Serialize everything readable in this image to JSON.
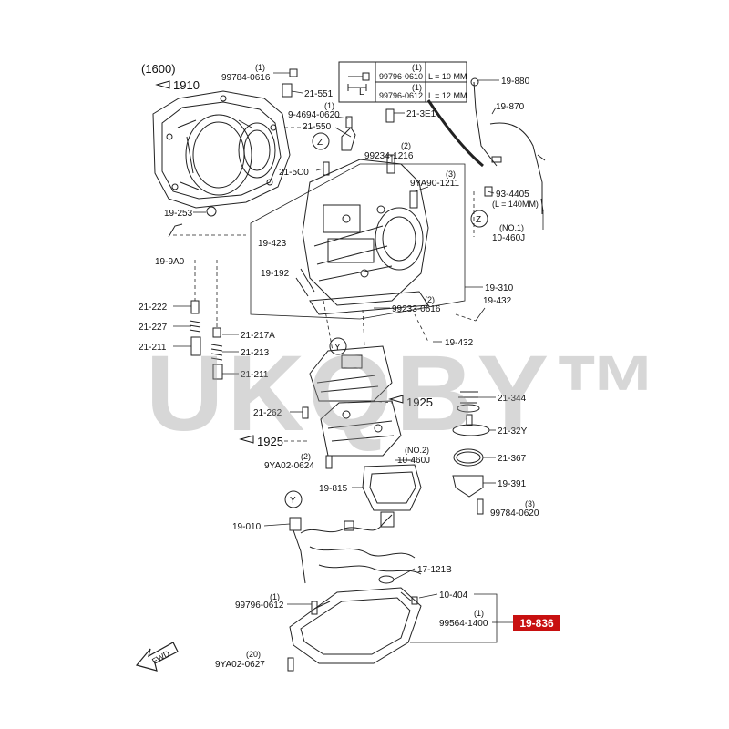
{
  "diagram": {
    "top_note": "(1600)",
    "ref_1910": "1910",
    "ref_1925_right": "1925",
    "ref_1925_left": "1925",
    "marker_z": "Z",
    "marker_y": "Y",
    "fwd": "FWD",
    "bolt_table": {
      "rows": [
        {
          "qty": "(1)",
          "part": "99796-0610",
          "len": "L = 10 MM"
        },
        {
          "qty": "(1)",
          "part": "99796-0612",
          "len": "L = 12 MM"
        }
      ],
      "dim_label": "L"
    },
    "labels": {
      "p99784_0616": "99784-0616",
      "q99784_0616": "(1)",
      "p21_551": "21-551",
      "p9_4694": "9-4694-0620",
      "q9_4694": "(1)",
      "p21_550": "21-550",
      "p21_3e1": "21-3E1",
      "p19_880": "19-880",
      "p19_870": "19-870",
      "p21_5c0": "21-5C0",
      "p99234": "99234-1216",
      "q99234": "(2)",
      "p9ya90": "9YA90-1211",
      "q9ya90": "(3)",
      "p93_4405": "93-4405",
      "l93_4405": "(L = 140MM)",
      "p10_460j_top": "10-460J",
      "q10_460j_top": "(NO.1)",
      "p19_253": "19-253",
      "p19_9a0": "19-9A0",
      "p19_423": "19-423",
      "p19_192": "19-192",
      "p19_310": "19-310",
      "p19_432a": "19-432",
      "p99233": "99233-0616",
      "q99233": "(2)",
      "p19_432b": "19-432",
      "p21_222": "21-222",
      "p21_227": "21-227",
      "p21_211a": "21-211",
      "p21_217a": "21-217A",
      "p21_213": "21-213",
      "p21_211b": "21-211",
      "p21_344": "21-344",
      "p21_262": "21-262",
      "p21_32y": "21-32Y",
      "p10_460j_bot": "10-460J",
      "q10_460j_bot": "(NO.2)",
      "p21_367": "21-367",
      "p9ya02_0624": "9YA02-0624",
      "q9ya02_0624": "(2)",
      "p19_815": "19-815",
      "p19_391": "19-391",
      "p99784_0620": "99784-0620",
      "q99784_0620": "(3)",
      "p19_010": "19-010",
      "p17_121b": "17-121B",
      "p10_404": "10-404",
      "p99796_0612": "99796-0612",
      "q99796_0612": "(1)",
      "p99564": "99564-1400",
      "q99564": "(1)",
      "p9ya02_0627": "9YA02-0627",
      "q9ya02_0627": "(20)"
    },
    "highlight_part": "19-836",
    "highlight_color": "#c81010",
    "watermark": "UKQBY™"
  }
}
